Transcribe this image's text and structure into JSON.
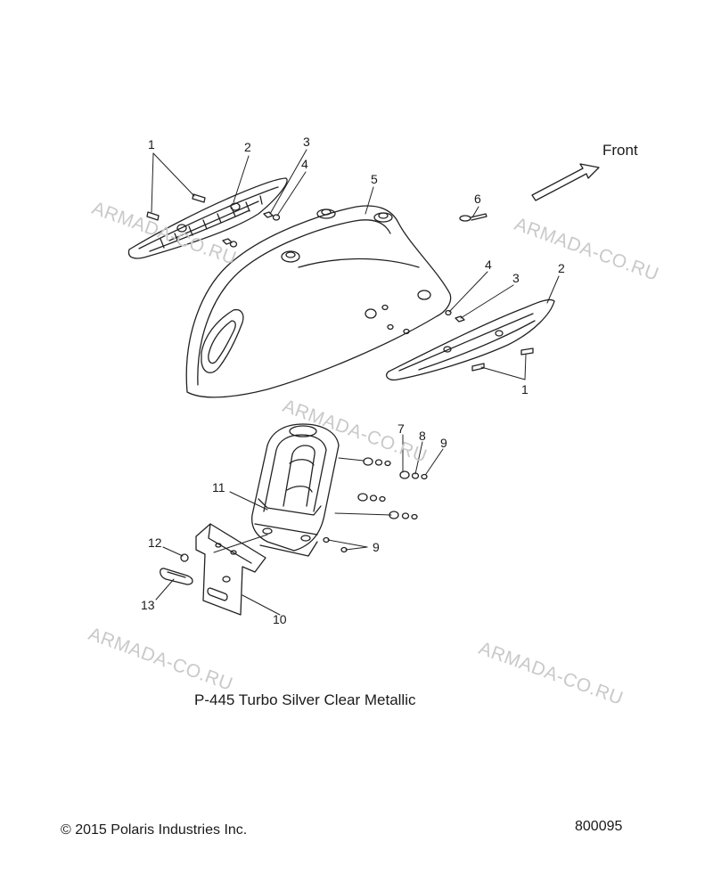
{
  "front_label": "Front",
  "caption": "P-445  Turbo Silver Clear Metallic",
  "copyright": "© 2015 Polaris Industries Inc.",
  "document_number": "800095",
  "watermark": "ARMADA-CO.RU",
  "callouts": {
    "c1a": "1",
    "c2a": "2",
    "c3a": "3",
    "c4a": "4",
    "c5": "5",
    "c6": "6",
    "c4b": "4",
    "c3b": "3",
    "c2b": "2",
    "c1b": "1",
    "c7": "7",
    "c8": "8",
    "c9a": "9",
    "c11": "11",
    "c9b": "9",
    "c12": "12",
    "c13": "13",
    "c10": "10"
  }
}
